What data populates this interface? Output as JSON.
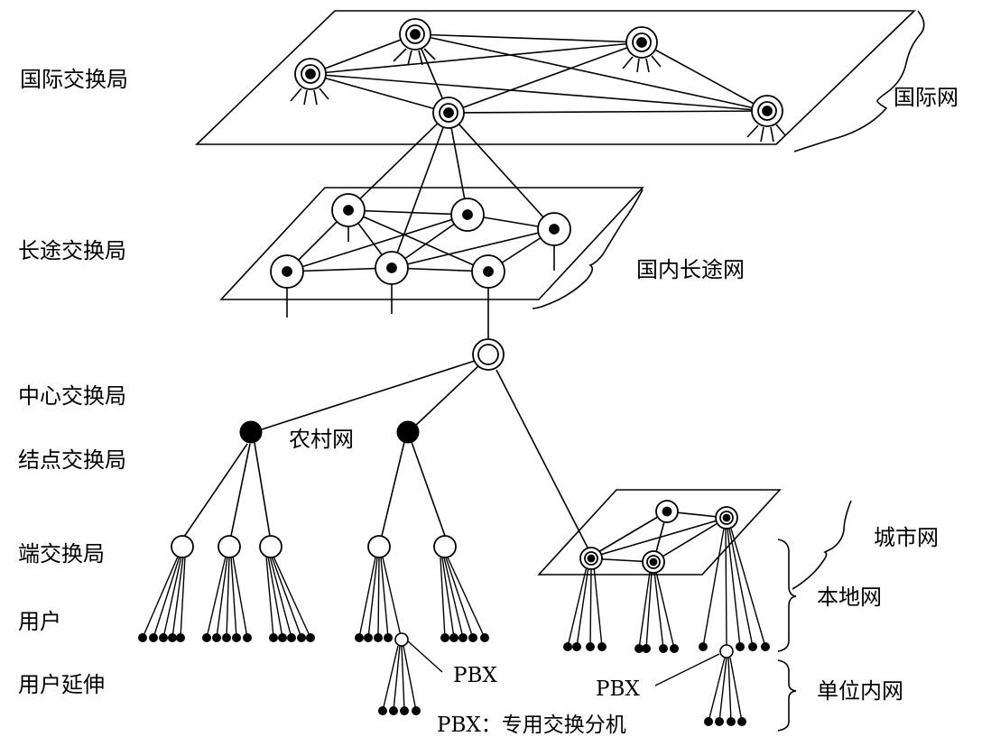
{
  "levels": {
    "international": "国际交换局",
    "long_distance": "长途交换局",
    "central": "中心交换局",
    "node": "结点交换局",
    "end": "端交换局",
    "user": "用户",
    "user_extension": "用户延伸"
  },
  "networks": {
    "international": "国际网",
    "domestic_long_distance": "国内长途网",
    "rural": "农村网",
    "city": "城市网",
    "local": "本地网",
    "unit_internal": "单位内网"
  },
  "pbx": {
    "left": "PBX",
    "right": "PBX",
    "legend": "PBX：专用交换分机"
  }
}
